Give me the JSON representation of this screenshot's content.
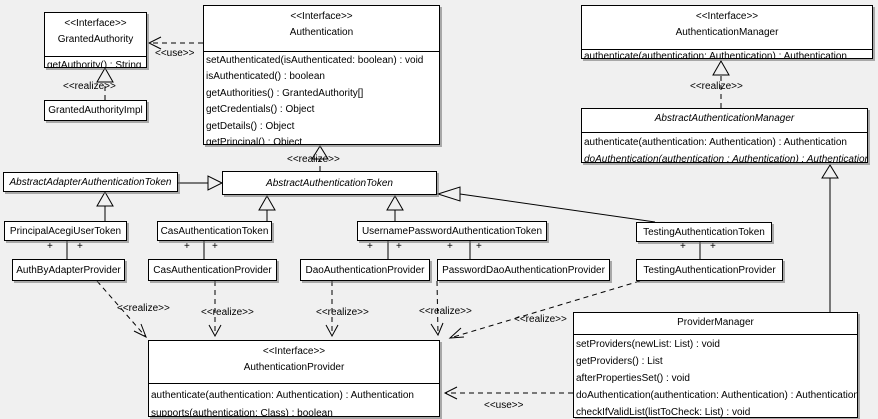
{
  "labels": {
    "interface_stereotype": "<<Interface>>",
    "realize": "<<realize>>",
    "use": "<<use>>",
    "plus": "+"
  },
  "colors": {
    "background": "#f0f0f0",
    "box_fill": "#ffffff",
    "border": "#000000"
  },
  "classes": {
    "granted_authority": {
      "name": "GrantedAuthority",
      "methods": [
        "getAuthority() : String"
      ]
    },
    "granted_authority_impl": {
      "name": "GrantedAuthorityImpl"
    },
    "authentication": {
      "name": "Authentication",
      "methods": [
        "setAuthenticated(isAuthenticated: boolean) : void",
        "isAuthenticated() : boolean",
        "getAuthorities() : GrantedAuthority[]",
        "getCredentials() : Object",
        "getDetails() : Object",
        "getPrincipal() : Object"
      ]
    },
    "authentication_manager": {
      "name": "AuthenticationManager",
      "methods": [
        "authenticate(authentication: Authentication) : Authentication"
      ]
    },
    "abstract_authentication_manager": {
      "name": "AbstractAuthenticationManager",
      "methods": [
        "authenticate(authentication: Authentication) : Authentication",
        "doAuthentication(authentication : Authentication) : Authentication"
      ]
    },
    "abstract_adapter_token": {
      "name": "AbstractAdapterAuthenticationToken"
    },
    "abstract_token": {
      "name": "AbstractAuthenticationToken"
    },
    "principal_acegi_user_token": {
      "name": "PrincipalAcegiUserToken"
    },
    "cas_token": {
      "name": "CasAuthenticationToken"
    },
    "username_password_token": {
      "name": "UsernamePasswordAuthenticationToken"
    },
    "testing_token": {
      "name": "TestingAuthenticationToken"
    },
    "auth_by_adapter_provider": {
      "name": "AuthByAdapterProvider"
    },
    "cas_provider": {
      "name": "CasAuthenticationProvider"
    },
    "dao_provider": {
      "name": "DaoAuthenticationProvider"
    },
    "password_dao_provider": {
      "name": "PasswordDaoAuthenticationProvider"
    },
    "testing_provider": {
      "name": "TestingAuthenticationProvider"
    },
    "authentication_provider": {
      "name": "AuthenticationProvider",
      "methods": [
        "authenticate(authentication: Authentication) : Authentication",
        "supports(authentication: Class) : boolean"
      ]
    },
    "provider_manager": {
      "name": "ProviderManager",
      "methods": [
        "setProviders(newList: List) : void",
        "getProviders() : List",
        "afterPropertiesSet() : void",
        "doAuthentication(authentication: Authentication) : Authentication",
        "checkIfValidList(listToCheck: List) : void"
      ]
    }
  }
}
